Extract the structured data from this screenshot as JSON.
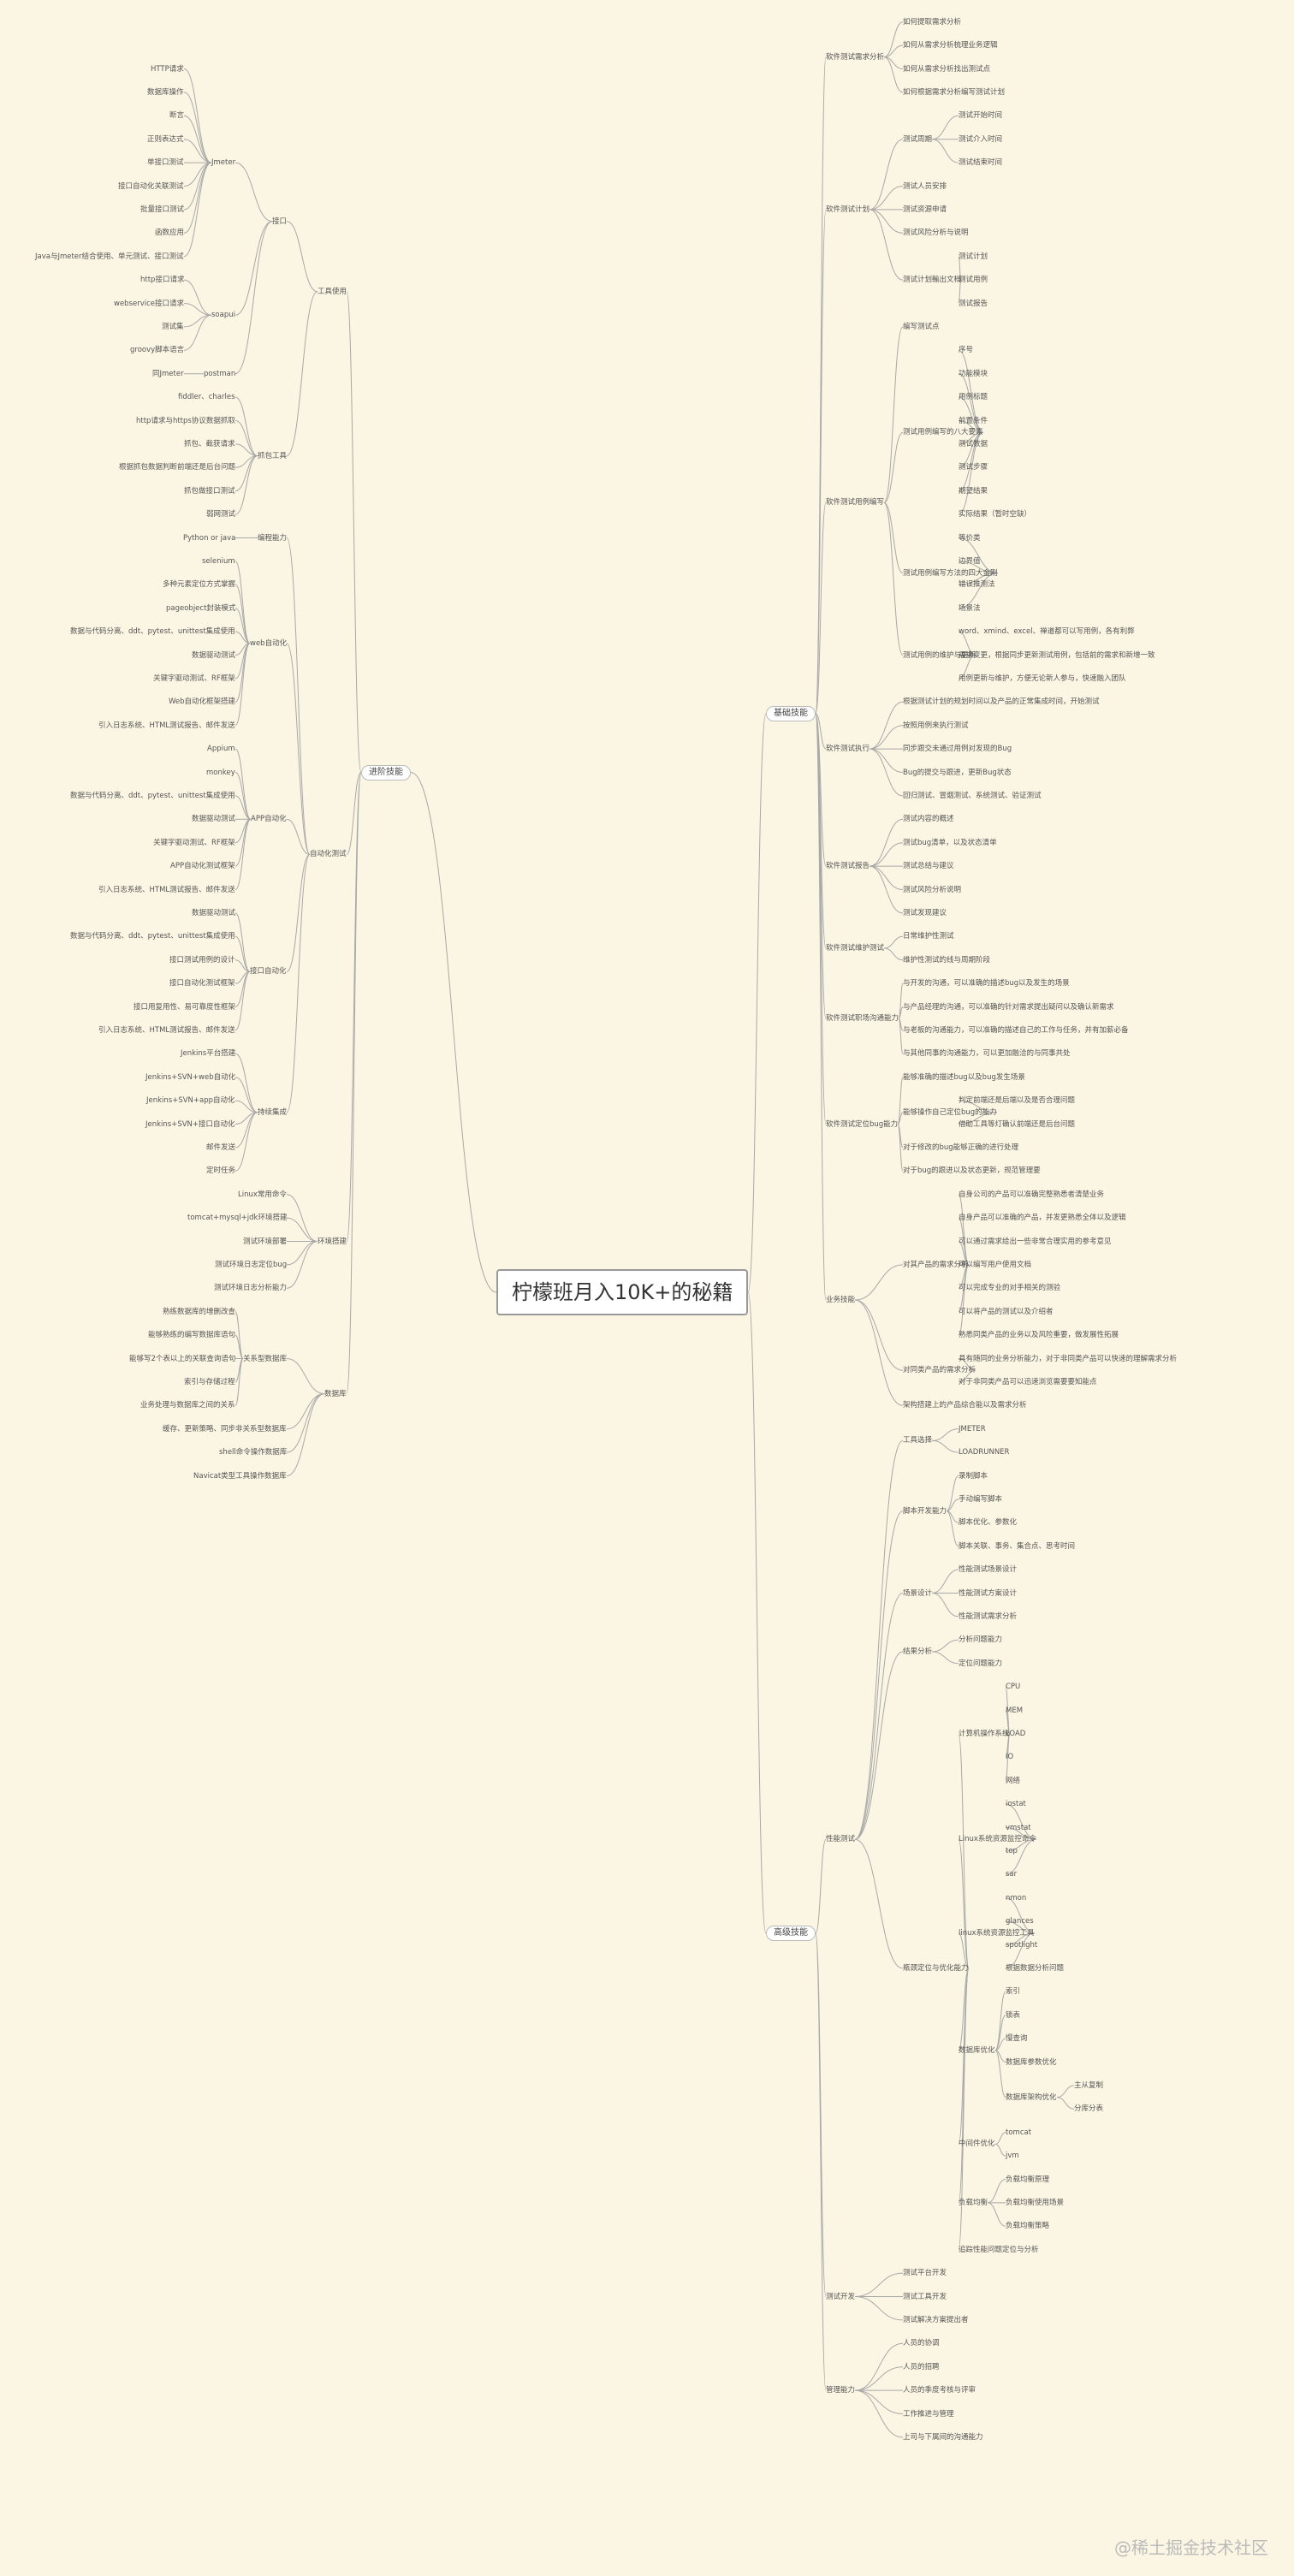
{
  "root": "柠檬班月入10K+的秘籍",
  "watermark": "@稀土掘金技术社区",
  "branches": [
    {
      "label": "基础技能",
      "side": "right",
      "children": [
        {
          "label": "软件测试需求分析",
          "children": [
            {
              "label": "如何提取需求分析"
            },
            {
              "label": "如何从需求分析梳理业务逻辑"
            },
            {
              "label": "如何从需求分析找出测试点"
            },
            {
              "label": "如何根据需求分析编写测试计划"
            }
          ]
        },
        {
          "label": "软件测试计划",
          "children": [
            {
              "label": "测试周期",
              "children": [
                {
                  "label": "测试开始时间"
                },
                {
                  "label": "测试介入时间"
                },
                {
                  "label": "测试结束时间"
                }
              ]
            },
            {
              "label": "测试人员安排"
            },
            {
              "label": "测试资源申请"
            },
            {
              "label": "测试风险分析与说明"
            },
            {
              "label": "测试计划輸出文档",
              "children": [
                {
                  "label": "测试计划"
                },
                {
                  "label": "测试用例"
                },
                {
                  "label": "测试报告"
                }
              ]
            }
          ]
        },
        {
          "label": "软件测试用例编写",
          "children": [
            {
              "label": "编写测试点"
            },
            {
              "label": "测试用例编写的八大要素",
              "children": [
                {
                  "label": "序号"
                },
                {
                  "label": "功能模块"
                },
                {
                  "label": "用例标题"
                },
                {
                  "label": "前置条件"
                },
                {
                  "label": "测试数据"
                },
                {
                  "label": "测试步骤"
                },
                {
                  "label": "期望结果"
                },
                {
                  "label": "实际结果（暂时空缺）"
                }
              ]
            },
            {
              "label": "测试用例编写方法的四大金刚",
              "children": [
                {
                  "label": "等价类"
                },
                {
                  "label": "边界值"
                },
                {
                  "label": "错误推测法"
                },
                {
                  "label": "场景法"
                }
              ]
            },
            {
              "label": "测试用例的维护与更新",
              "children": [
                {
                  "label": "word、xmind、excel、禅道都可以写用例，各有利弊"
                },
                {
                  "label": "需求变更，根据同步更新测试用例，包括前的需求和新增一致"
                },
                {
                  "label": "用例更新与维护，方便无论新人参与，快速融入团队"
                }
              ]
            }
          ]
        },
        {
          "label": "软件测试执行",
          "children": [
            {
              "label": "根据测试计划的规划时间以及产品的正常集成时间，开始测试"
            },
            {
              "label": "按照用例来执行测试"
            },
            {
              "label": "同步跟交未通过用例对发现的Bug"
            },
            {
              "label": "Bug的提交与跟进，更新Bug状态"
            },
            {
              "label": "回归测试、冒烟测试、系统测试、验证测试"
            }
          ]
        },
        {
          "label": "软件测试报告",
          "children": [
            {
              "label": "测试内容的概述"
            },
            {
              "label": "测试bug清单，以及状态清单"
            },
            {
              "label": "测试总结与建议"
            },
            {
              "label": "测试风险分析说明"
            },
            {
              "label": "测试发现建议"
            }
          ]
        },
        {
          "label": "软件测试维护测试",
          "children": [
            {
              "label": "日常维护性测试"
            },
            {
              "label": "维护性测试的线与周期阶段"
            }
          ]
        },
        {
          "label": "软件测试职场沟通能力",
          "children": [
            {
              "label": "与开发的沟通，可以准确的描述bug以及发生的场景"
            },
            {
              "label": "与产品经理的沟通，可以准确的针对需求提出疑问以及确认新需求"
            },
            {
              "label": "与老板的沟通能力，可以准确的描述自己的工作与任务，并有加薪必备"
            },
            {
              "label": "与其他同事的沟通能力，可以更加融洽的与同事共处"
            }
          ]
        },
        {
          "label": "软件测试定位bug能力",
          "children": [
            {
              "label": "能够准确的描述bug以及bug发生场景"
            },
            {
              "label": "能够操作自己定位bug的能力",
              "children": [
                {
                  "label": "判定前端还是后端以及是否合理问题"
                },
                {
                  "label": "借助工具等灯确认前端还是后台问题"
                }
              ]
            },
            {
              "label": "对于修改的bug能够正确的进行处理"
            },
            {
              "label": "对于bug的跟进以及状态更新，规范管理要"
            }
          ]
        },
        {
          "label": "业务技能",
          "children": [
            {
              "label": "对其产品的需求分析",
              "children": [
                {
                  "label": "自身公司的产品可以准确完整熟悉者清楚业务"
                },
                {
                  "label": "自身产品可以准确的产品，并发更熟悉全体以及逻辑"
                },
                {
                  "label": "可以通过需求给出一些非常合理实用的参考意见"
                },
                {
                  "label": "可以编写用户使用文档"
                },
                {
                  "label": "可以完成专业的对手相关的测验"
                },
                {
                  "label": "可以将产品的测试以及介绍者"
                },
                {
                  "label": "熟悉同类产品的业务以及风险重要，做发展性拓展"
                }
              ]
            },
            {
              "label": "对同类产品的需求分析",
              "children": [
                {
                  "label": "具有随同的业务分析能力，对于非同类产品可以快速的理解需求分析"
                },
                {
                  "label": "对于非同类产品可以迅速浏览需要要知能点"
                }
              ]
            },
            {
              "label": "架构搭建上的产品综合能以及需求分析"
            }
          ]
        }
      ]
    },
    {
      "label": "高级技能",
      "side": "right",
      "children": [
        {
          "label": "性能测试",
          "children": [
            {
              "label": "工具选择",
              "children": [
                {
                  "label": "JMETER"
                },
                {
                  "label": "LOADRUNNER"
                }
              ]
            },
            {
              "label": "脚本开发能力",
              "children": [
                {
                  "label": "录制脚本"
                },
                {
                  "label": "手动编写脚本"
                },
                {
                  "label": "脚本优化、参数化"
                },
                {
                  "label": "脚本关联、事务、集合点、思考时间"
                }
              ]
            },
            {
              "label": "场景设计",
              "children": [
                {
                  "label": "性能测试场景设计"
                },
                {
                  "label": "性能测试方案设计"
                },
                {
                  "label": "性能测试需求分析"
                }
              ]
            },
            {
              "label": "结果分析",
              "children": [
                {
                  "label": "分析问题能力"
                },
                {
                  "label": "定位问题能力"
                }
              ]
            },
            {
              "label": "瓶颈定位与优化能力",
              "children": [
                {
                  "label": "计算机操作系统",
                  "children": [
                    {
                      "label": "CPU"
                    },
                    {
                      "label": "MEM"
                    },
                    {
                      "label": "LOAD"
                    },
                    {
                      "label": "IO"
                    },
                    {
                      "label": "网络"
                    }
                  ]
                },
                {
                  "label": "Linux系统资源监控命令",
                  "children": [
                    {
                      "label": "iostat"
                    },
                    {
                      "label": "vmstat"
                    },
                    {
                      "label": "top"
                    },
                    {
                      "label": "sar"
                    }
                  ]
                },
                {
                  "label": "linux系统资源监控工具",
                  "children": [
                    {
                      "label": "nmon"
                    },
                    {
                      "label": "glances"
                    },
                    {
                      "label": "spotlight"
                    },
                    {
                      "label": "根据数据分析问题"
                    }
                  ]
                },
                {
                  "label": "数据库优化",
                  "children": [
                    {
                      "label": "索引"
                    },
                    {
                      "label": "锁表"
                    },
                    {
                      "label": "慢查询"
                    },
                    {
                      "label": "数据库参数优化"
                    },
                    {
                      "label": "数据库架构优化",
                      "children": [
                        {
                          "label": "主从复制"
                        },
                        {
                          "label": "分库分表"
                        }
                      ]
                    }
                  ]
                },
                {
                  "label": "中间件优化",
                  "children": [
                    {
                      "label": "tomcat"
                    },
                    {
                      "label": "jvm"
                    }
                  ]
                },
                {
                  "label": "负载均衡",
                  "children": [
                    {
                      "label": "负载均衡原理"
                    },
                    {
                      "label": "负载均衡使用场景"
                    },
                    {
                      "label": "负载均衡策略"
                    }
                  ]
                },
                {
                  "label": "追踪性能问题定位与分析"
                }
              ]
            }
          ]
        },
        {
          "label": "测试开发",
          "children": [
            {
              "label": "测试平台开发"
            },
            {
              "label": "测试工具开发"
            },
            {
              "label": "测试解决方案提出者"
            }
          ]
        },
        {
          "label": "管理能力",
          "children": [
            {
              "label": "人员的协调"
            },
            {
              "label": "人员的招聘"
            },
            {
              "label": "人员的季度考核与评审"
            },
            {
              "label": "工作推进与管理"
            },
            {
              "label": "上司与下属间的沟通能力"
            }
          ]
        }
      ]
    },
    {
      "label": "进阶技能",
      "side": "left",
      "children": [
        {
          "label": "工具使用",
          "children": [
            {
              "label": "接口",
              "children": [
                {
                  "label": "Jmeter",
                  "children": [
                    {
                      "label": "HTTP请求"
                    },
                    {
                      "label": "数据库操作"
                    },
                    {
                      "label": "断言"
                    },
                    {
                      "label": "正则表达式"
                    },
                    {
                      "label": "单接口测试"
                    },
                    {
                      "label": "接口自动化关联测试"
                    },
                    {
                      "label": "批量接口测试"
                    },
                    {
                      "label": "函数应用"
                    },
                    {
                      "label": "Java与Jmeter结合使用、单元测试、接口测试"
                    }
                  ]
                },
                {
                  "label": "soapui",
                  "children": [
                    {
                      "label": "http接口请求"
                    },
                    {
                      "label": "webservice接口请求"
                    },
                    {
                      "label": "测试集"
                    },
                    {
                      "label": "groovy脚本语言"
                    }
                  ]
                },
                {
                  "label": "postman",
                  "children": [
                    {
                      "label": "同Jmeter"
                    }
                  ]
                }
              ]
            },
            {
              "label": "抓包工具",
              "children": [
                {
                  "label": "fiddler、charles"
                },
                {
                  "label": "http请求与https协议数据抓取"
                },
                {
                  "label": "抓包、截获请求"
                },
                {
                  "label": "根据抓包数据判断前端还是后台问题"
                },
                {
                  "label": "抓包做接口测试"
                },
                {
                  "label": "弱网测试"
                }
              ]
            }
          ]
        },
        {
          "label": "自动化测试",
          "children": [
            {
              "label": "编程能力",
              "children": [
                {
                  "label": "Python or java"
                }
              ]
            },
            {
              "label": "web自动化",
              "children": [
                {
                  "label": "selenium"
                },
                {
                  "label": "多种元素定位方式掌握"
                },
                {
                  "label": "pageobject封装模式"
                },
                {
                  "label": "数据与代码分离、ddt、pytest、unittest集成使用"
                },
                {
                  "label": "数据驱动测试"
                },
                {
                  "label": "关键字驱动测试、RF框架"
                },
                {
                  "label": "Web自动化框架搭建"
                },
                {
                  "label": "引入日志系统、HTML测试报告、邮件发送"
                }
              ]
            },
            {
              "label": "APP自动化",
              "children": [
                {
                  "label": "Appium"
                },
                {
                  "label": "monkey"
                },
                {
                  "label": "数据与代码分离、ddt、pytest、unittest集成使用"
                },
                {
                  "label": "数据驱动测试"
                },
                {
                  "label": "关键字驱动测试、RF框架"
                },
                {
                  "label": "APP自动化测试框架"
                },
                {
                  "label": "引入日志系统、HTML测试报告、邮件发送"
                }
              ]
            },
            {
              "label": "接口自动化",
              "children": [
                {
                  "label": "数据驱动测试"
                },
                {
                  "label": "数据与代码分离、ddt、pytest、unittest集成使用"
                },
                {
                  "label": "接口测试用例的设计"
                },
                {
                  "label": "接口自动化测试框架"
                },
                {
                  "label": "接口用复用性、易可靠度性框架"
                },
                {
                  "label": "引入日志系统、HTML测试报告、邮件发送"
                }
              ]
            },
            {
              "label": "持续集成",
              "children": [
                {
                  "label": "Jenkins平台搭建"
                },
                {
                  "label": "Jenkins+SVN+web自动化"
                },
                {
                  "label": "Jenkins+SVN+app自动化"
                },
                {
                  "label": "Jenkins+SVN+接口自动化"
                },
                {
                  "label": "邮件发送"
                },
                {
                  "label": "定时任务"
                }
              ]
            }
          ]
        },
        {
          "label": "环境搭建",
          "children": [
            {
              "label": "Linux常用命令"
            },
            {
              "label": "tomcat+mysql+jdk环境搭建"
            },
            {
              "label": "测试环境部署"
            },
            {
              "label": "测试环境日志定位bug"
            },
            {
              "label": "测试环境日志分析能力"
            }
          ]
        },
        {
          "label": "数据库",
          "children": [
            {
              "label": "关系型数据库",
              "children": [
                {
                  "label": "熟练数据库的增删改查"
                },
                {
                  "label": "能够熟练的编写数据库语句"
                },
                {
                  "label": "能够写2个表以上的关联查询语句"
                },
                {
                  "label": "索引与存储过程"
                },
                {
                  "label": "业务处理与数据库之间的关系"
                }
              ]
            },
            {
              "label": "非关系型数据库",
              "children": [
                {
                  "label": "缓存、更新策略、同步"
                }
              ]
            },
            {
              "label": "shell命令操作数据库"
            },
            {
              "label": "Navicat类型工具操作数据库"
            }
          ]
        }
      ]
    }
  ]
}
